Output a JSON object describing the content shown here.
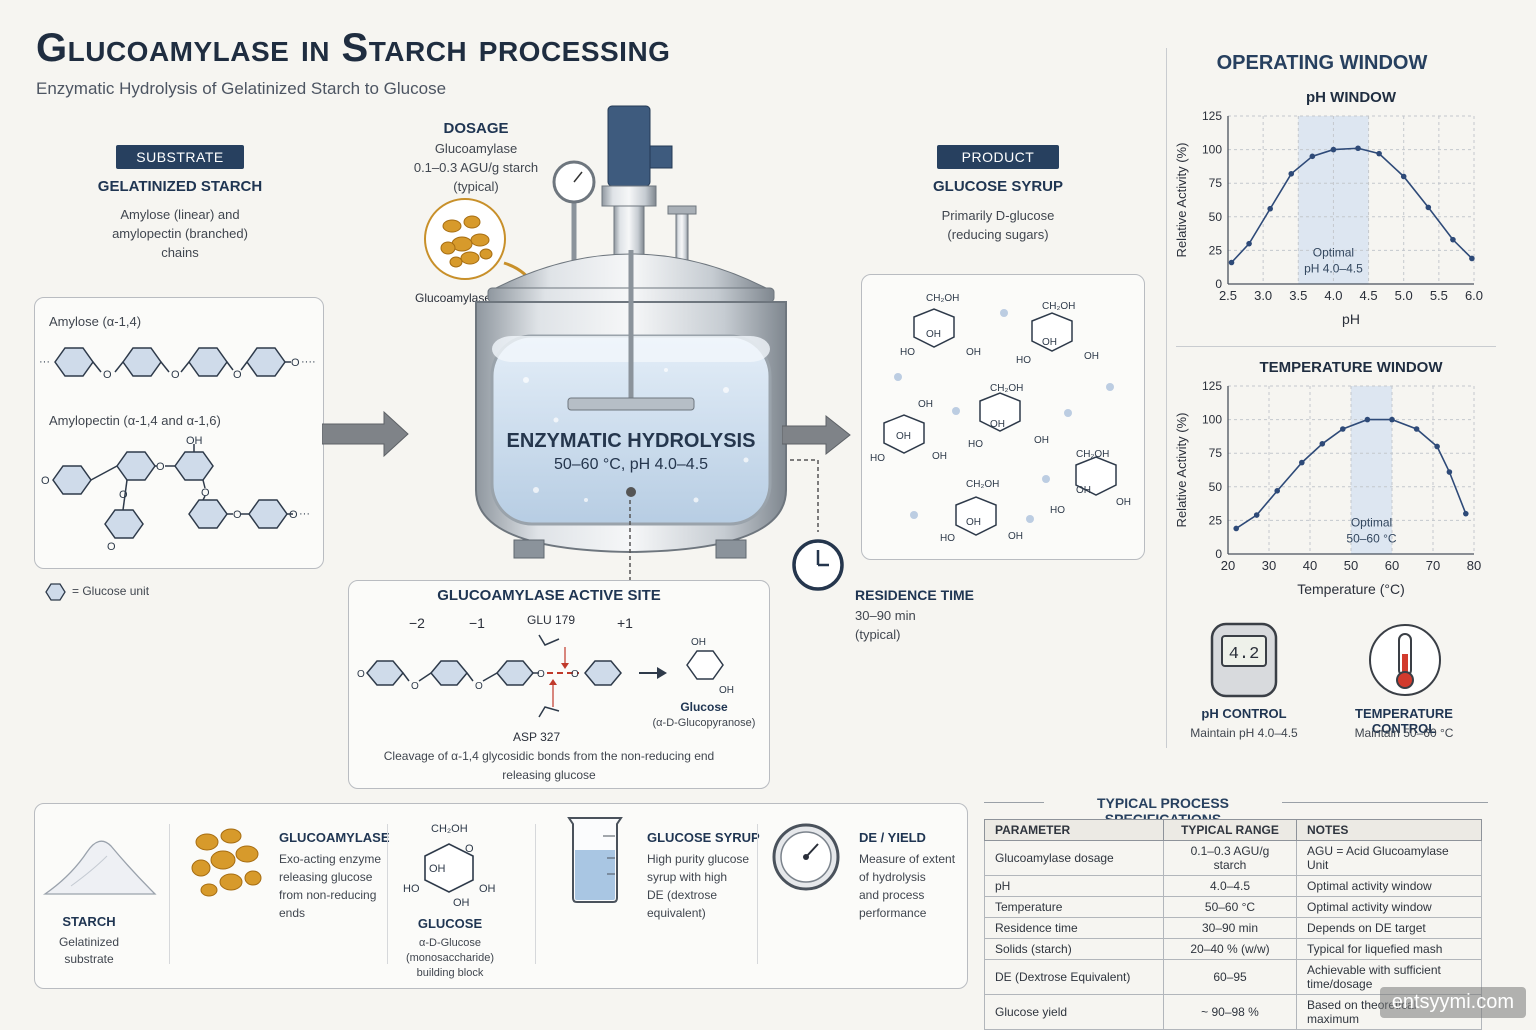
{
  "header": {
    "title": "Glucoamylase in Starch processing",
    "subtitle": "Enzymatic Hydrolysis of Gelatinized Starch to Glucose"
  },
  "substrate": {
    "tag": "SUBSTRATE",
    "title": "GELATINIZED STARCH",
    "desc_line1": "Amylose (linear) and",
    "desc_line2": "amylopectin (branched)",
    "desc_line3": "chains",
    "amylose_label": "Amylose (α-1,4)",
    "amylopectin_label": "Amylopectin (α-1,4 and α-1,6)",
    "legend": "= Glucose unit"
  },
  "dosage": {
    "title": "DOSAGE",
    "line1": "Glucoamylase",
    "line2": "0.1–0.3 AGU/g starch",
    "line3": "(typical)",
    "enzyme_label": "Glucoamylase"
  },
  "reactor": {
    "title": "ENZYMATIC HYDROLYSIS",
    "conditions": "50–60 °C, pH 4.0–4.5"
  },
  "product": {
    "tag": "PRODUCT",
    "title": "GLUCOSE SYRUP",
    "line1": "Primarily D-glucose",
    "line2": "(reducing sugars)"
  },
  "residence": {
    "title": "RESIDENCE TIME",
    "line1": "30–90 min",
    "line2": "(typical)"
  },
  "active_site": {
    "title": "GLUCOAMYLASE ACTIVE SITE",
    "sub_m2": "−2",
    "sub_m1": "−1",
    "sub_p1": "+1",
    "glu": "GLU 179",
    "asp": "ASP 327",
    "product_name": "Glucose",
    "product_desc": "(α-D-Glucopyranose)",
    "caption1": "Cleavage of α-1,4 glycosidic bonds from the non-reducing end",
    "caption2": "releasing glucose"
  },
  "operating": {
    "title": "OPERATING WINDOW",
    "ph_control_title": "pH CONTROL",
    "ph_control_desc": "Maintain pH 4.0–4.5",
    "ph_meter_display": "4.2",
    "temp_control_title": "TEMPERATURE CONTROL",
    "temp_control_desc": "Maintain 50–60 °C"
  },
  "chart_data": [
    {
      "type": "line",
      "title": "pH WINDOW",
      "xlabel": "pH",
      "ylabel": "Relative Activity (%)",
      "xlim": [
        2.5,
        6.0
      ],
      "ylim": [
        0,
        125
      ],
      "xticks": [
        "2.5",
        "3.0",
        "3.5",
        "4.0",
        "4.5",
        "5.0",
        "5.5",
        "6.0"
      ],
      "yticks": [
        "0",
        "25",
        "50",
        "75",
        "100",
        "125"
      ],
      "grid": true,
      "optimal_range": [
        3.5,
        4.5
      ],
      "optimal_label_line1": "Optimal",
      "optimal_label_line2": "pH 4.0–4.5",
      "x": [
        2.55,
        2.8,
        3.1,
        3.4,
        3.7,
        4.0,
        4.35,
        4.65,
        5.0,
        5.35,
        5.7,
        5.97
      ],
      "y": [
        16,
        30,
        56,
        82,
        95,
        100,
        101,
        97,
        80,
        57,
        33,
        19
      ],
      "color": "#2e4a78"
    },
    {
      "type": "line",
      "title": "TEMPERATURE WINDOW",
      "xlabel": "Temperature (°C)",
      "ylabel": "Relative Activity (%)",
      "xlim": [
        20,
        80
      ],
      "ylim": [
        0,
        125
      ],
      "xticks": [
        "20",
        "30",
        "40",
        "50",
        "60",
        "70",
        "80"
      ],
      "yticks": [
        "0",
        "25",
        "50",
        "75",
        "100",
        "125"
      ],
      "grid": true,
      "optimal_range": [
        50,
        60
      ],
      "optimal_label_line1": "Optimal",
      "optimal_label_line2": "50–60 °C",
      "x": [
        22,
        27,
        32,
        38,
        43,
        48,
        54,
        60,
        66,
        71,
        74,
        78
      ],
      "y": [
        19,
        29,
        47,
        68,
        82,
        93,
        100,
        100,
        93,
        80,
        61,
        30
      ],
      "color": "#2e4a78"
    }
  ],
  "legend_items": [
    {
      "title": "STARCH",
      "lines": [
        "Gelatinized",
        "substrate"
      ]
    },
    {
      "title": "GLUCOAMYLASE",
      "lines": [
        "Exo-acting enzyme",
        "releasing glucose",
        "from non-reducing",
        "ends"
      ]
    },
    {
      "title": "GLUCOSE",
      "lines": [
        "α-D-Glucose",
        "(monosaccharide)",
        "building block"
      ]
    },
    {
      "title": "GLUCOSE SYRUP",
      "lines": [
        "High purity glucose",
        "syrup with high",
        "DE (dextrose",
        "equivalent)"
      ]
    },
    {
      "title": "DE / YIELD",
      "lines": [
        "Measure of extent",
        "of hydrolysis",
        "and process",
        "performance"
      ]
    }
  ],
  "specs": {
    "title": "TYPICAL PROCESS SPECIFICATIONS",
    "headers": [
      "PARAMETER",
      "TYPICAL RANGE",
      "NOTES"
    ],
    "rows": [
      [
        "Glucoamylase dosage",
        "0.1–0.3 AGU/g starch",
        "AGU = Acid Glucoamylase Unit"
      ],
      [
        "pH",
        "4.0–4.5",
        "Optimal activity window"
      ],
      [
        "Temperature",
        "50–60 °C",
        "Optimal activity window"
      ],
      [
        "Residence time",
        "30–90 min",
        "Depends on DE target"
      ],
      [
        "Solids (starch)",
        "20–40 % (w/w)",
        "Typical for liquefied mash"
      ],
      [
        "DE (Dextrose Equivalent)",
        "60–95",
        "Achievable with sufficient time/dosage"
      ],
      [
        "Glucose yield",
        "~ 90–98 %",
        "Based on theoretical maximum"
      ]
    ]
  },
  "sugar_labels": {
    "ch2oh": "CH₂OH",
    "oh": "OH",
    "ho": "HO",
    "o": "O"
  },
  "watermark": "entsyymi.com"
}
